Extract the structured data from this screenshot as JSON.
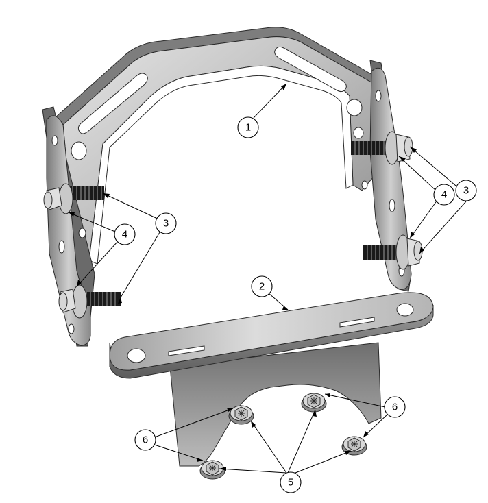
{
  "diagram": {
    "colors": {
      "steel_light": "#d8d8d8",
      "steel_mid": "#a9a9a9",
      "steel_dark": "#6e6e6e",
      "outline": "#2a2a2a",
      "bolt": "#cfcfcf",
      "thread": "#1a1a1a"
    },
    "callouts": {
      "c1": "1",
      "c2": "2",
      "c3_left": "3",
      "c3_right": "3",
      "c4_left": "4",
      "c4_right": "4",
      "c5": "5",
      "c6_left": "6",
      "c6_right": "6"
    }
  }
}
